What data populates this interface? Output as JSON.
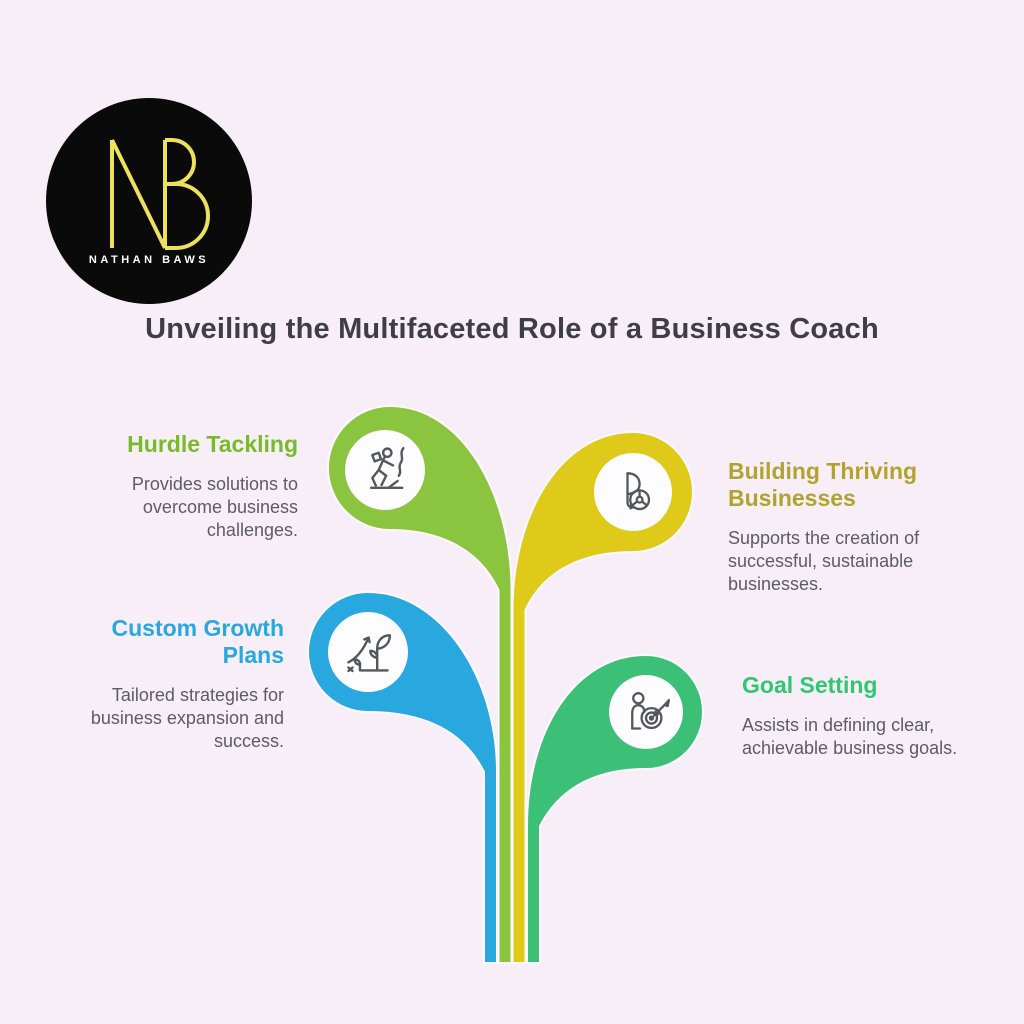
{
  "background_color": "#F7EEF8",
  "logo": {
    "monogram": "NB",
    "brand": "NATHAN BAWS",
    "circle_color": "#0A0A0A",
    "monogram_color": "#EDE05C",
    "brand_text_color": "#FFFFFF"
  },
  "title": {
    "text": "Unveiling the Multifaceted Role of a Business Coach",
    "color": "#3E3E45"
  },
  "sections": [
    {
      "heading": "Hurdle Tackling",
      "body": "Provides solutions to overcome business challenges.",
      "heading_color": "#79BA2B",
      "blob_color": "#8BC43E",
      "icon": "hiker-climbing-icon"
    },
    {
      "heading": "Building Thriving Businesses",
      "body": "Supports the creation of successful, sustainable businesses.",
      "heading_color": "#B1A32E",
      "blob_color": "#DFCA1A",
      "icon": "letter-b-wheel-icon"
    },
    {
      "heading": "Custom Growth Plans",
      "body": "Tailored strategies for business expansion and success.",
      "heading_color": "#29A7DE",
      "blob_color": "#29A8DF",
      "icon": "plant-growth-arrow-icon"
    },
    {
      "heading": "Goal Setting",
      "body": "Assists in defining clear, achievable business goals.",
      "heading_color": "#2DC86F",
      "blob_color": "#3CC077",
      "icon": "person-target-icon"
    }
  ]
}
